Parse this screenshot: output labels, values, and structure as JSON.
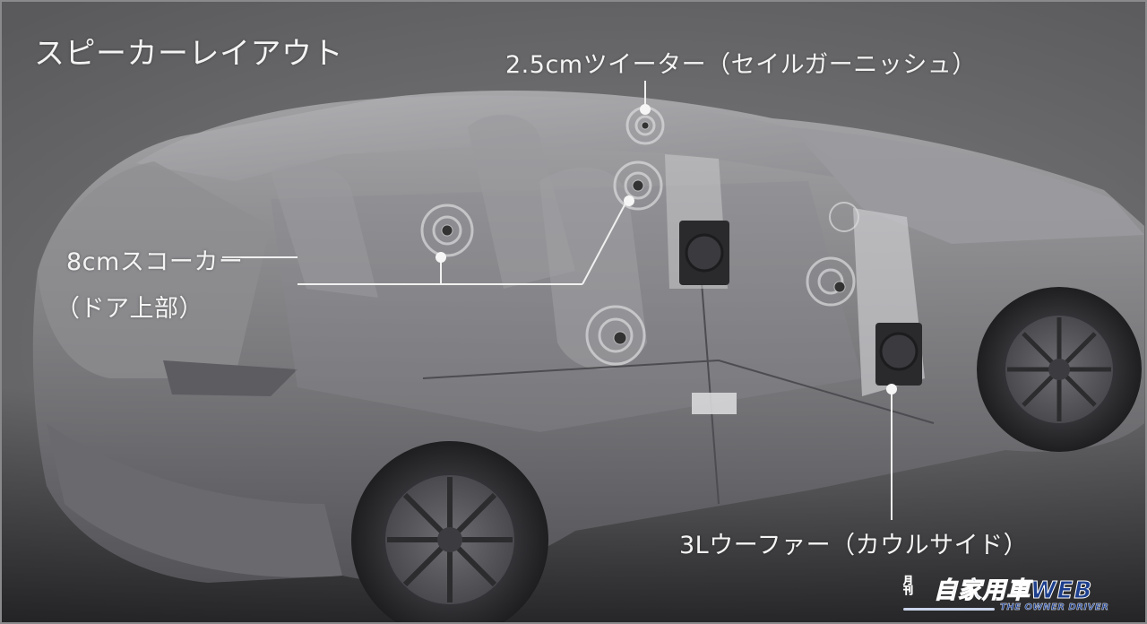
{
  "title": "スピーカーレイアウト",
  "labels": {
    "tweeter": "2.5cmツイーター（セイルガーニッシュ）",
    "squawker_line1": "8cmスコーカー",
    "squawker_line2": "（ドア上部）",
    "woofer": "3Lウーファー（カウルサイド）"
  },
  "logo": {
    "small": "月刊",
    "main": "自家用車WEB",
    "sub": "THE OWNER DRIVER",
    "color": "#1d3f8e"
  },
  "colors": {
    "background": "#6b6b6d",
    "text": "#f4f4f4",
    "leader_line": "#f0f0f0"
  },
  "icons": {
    "speaker": "speaker-icon",
    "marker": "marker-dot"
  }
}
